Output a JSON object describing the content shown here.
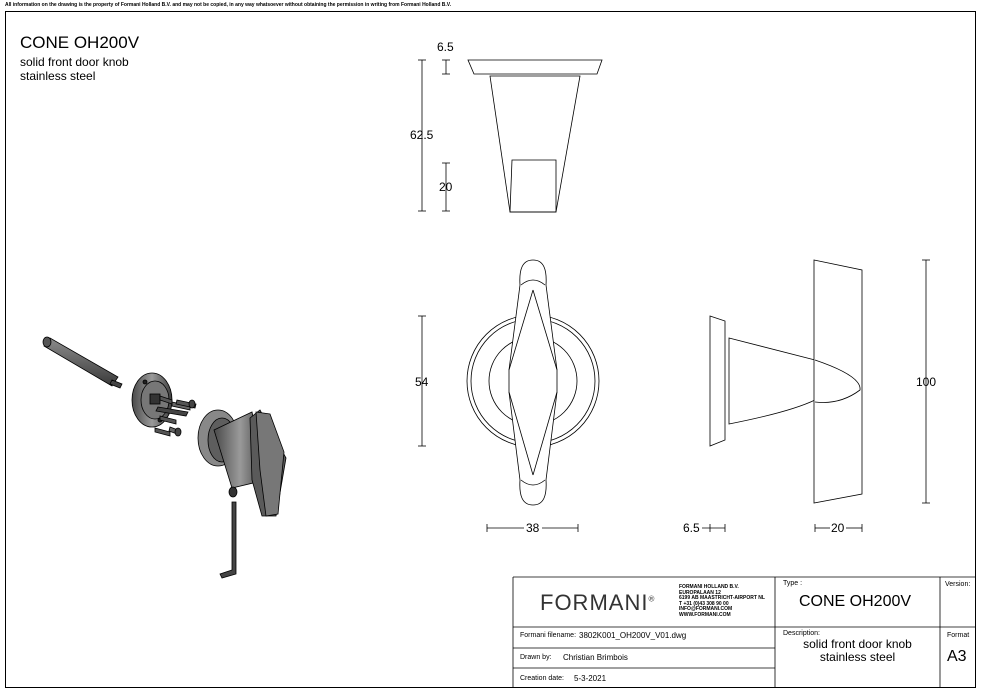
{
  "notice": "All information on the drawing is the property of Formani Holland B.V. and may not be copied, in any way whatsoever without obtaining the permission in writing from Formani Holland B.V.",
  "product": {
    "title": "CONE OH200V",
    "line1": "solid front door knob",
    "line2": "stainless steel"
  },
  "dimensions": {
    "top_rose_thickness": "6.5",
    "top_total_height": "62.5",
    "top_spindle_depth": "20",
    "front_height": "54",
    "front_width": "38",
    "side_rose_thickness": "6.5",
    "side_knob_depth": "20",
    "side_total_height": "100"
  },
  "title_block": {
    "brand": "FORMANI",
    "brand_mark": "®",
    "address": [
      "FORMANI HOLLAND B.V.",
      "EUROPALAAN 12",
      "6199 AB MAASTRICHT-AIRPORT NL",
      "T +31 (0)43 308 90 00",
      "INFO@FORMANI.COM",
      "WWW.FORMANI.COM"
    ],
    "type_label": "Type :",
    "type_value": "CONE OH200V",
    "version_label": "Version:",
    "filename_label": "Formani filename:",
    "filename_value": "3802K001_OH200V_V01.dwg",
    "drawn_label": "Drawn by:",
    "drawn_value": "Christian Brimbois",
    "created_label": "Creation date:",
    "created_value": "5-3-2021",
    "description_label": "Description:",
    "description_line1": "solid front door knob",
    "description_line2": "stainless steel",
    "format_label": "Format",
    "format_value": "A3"
  }
}
